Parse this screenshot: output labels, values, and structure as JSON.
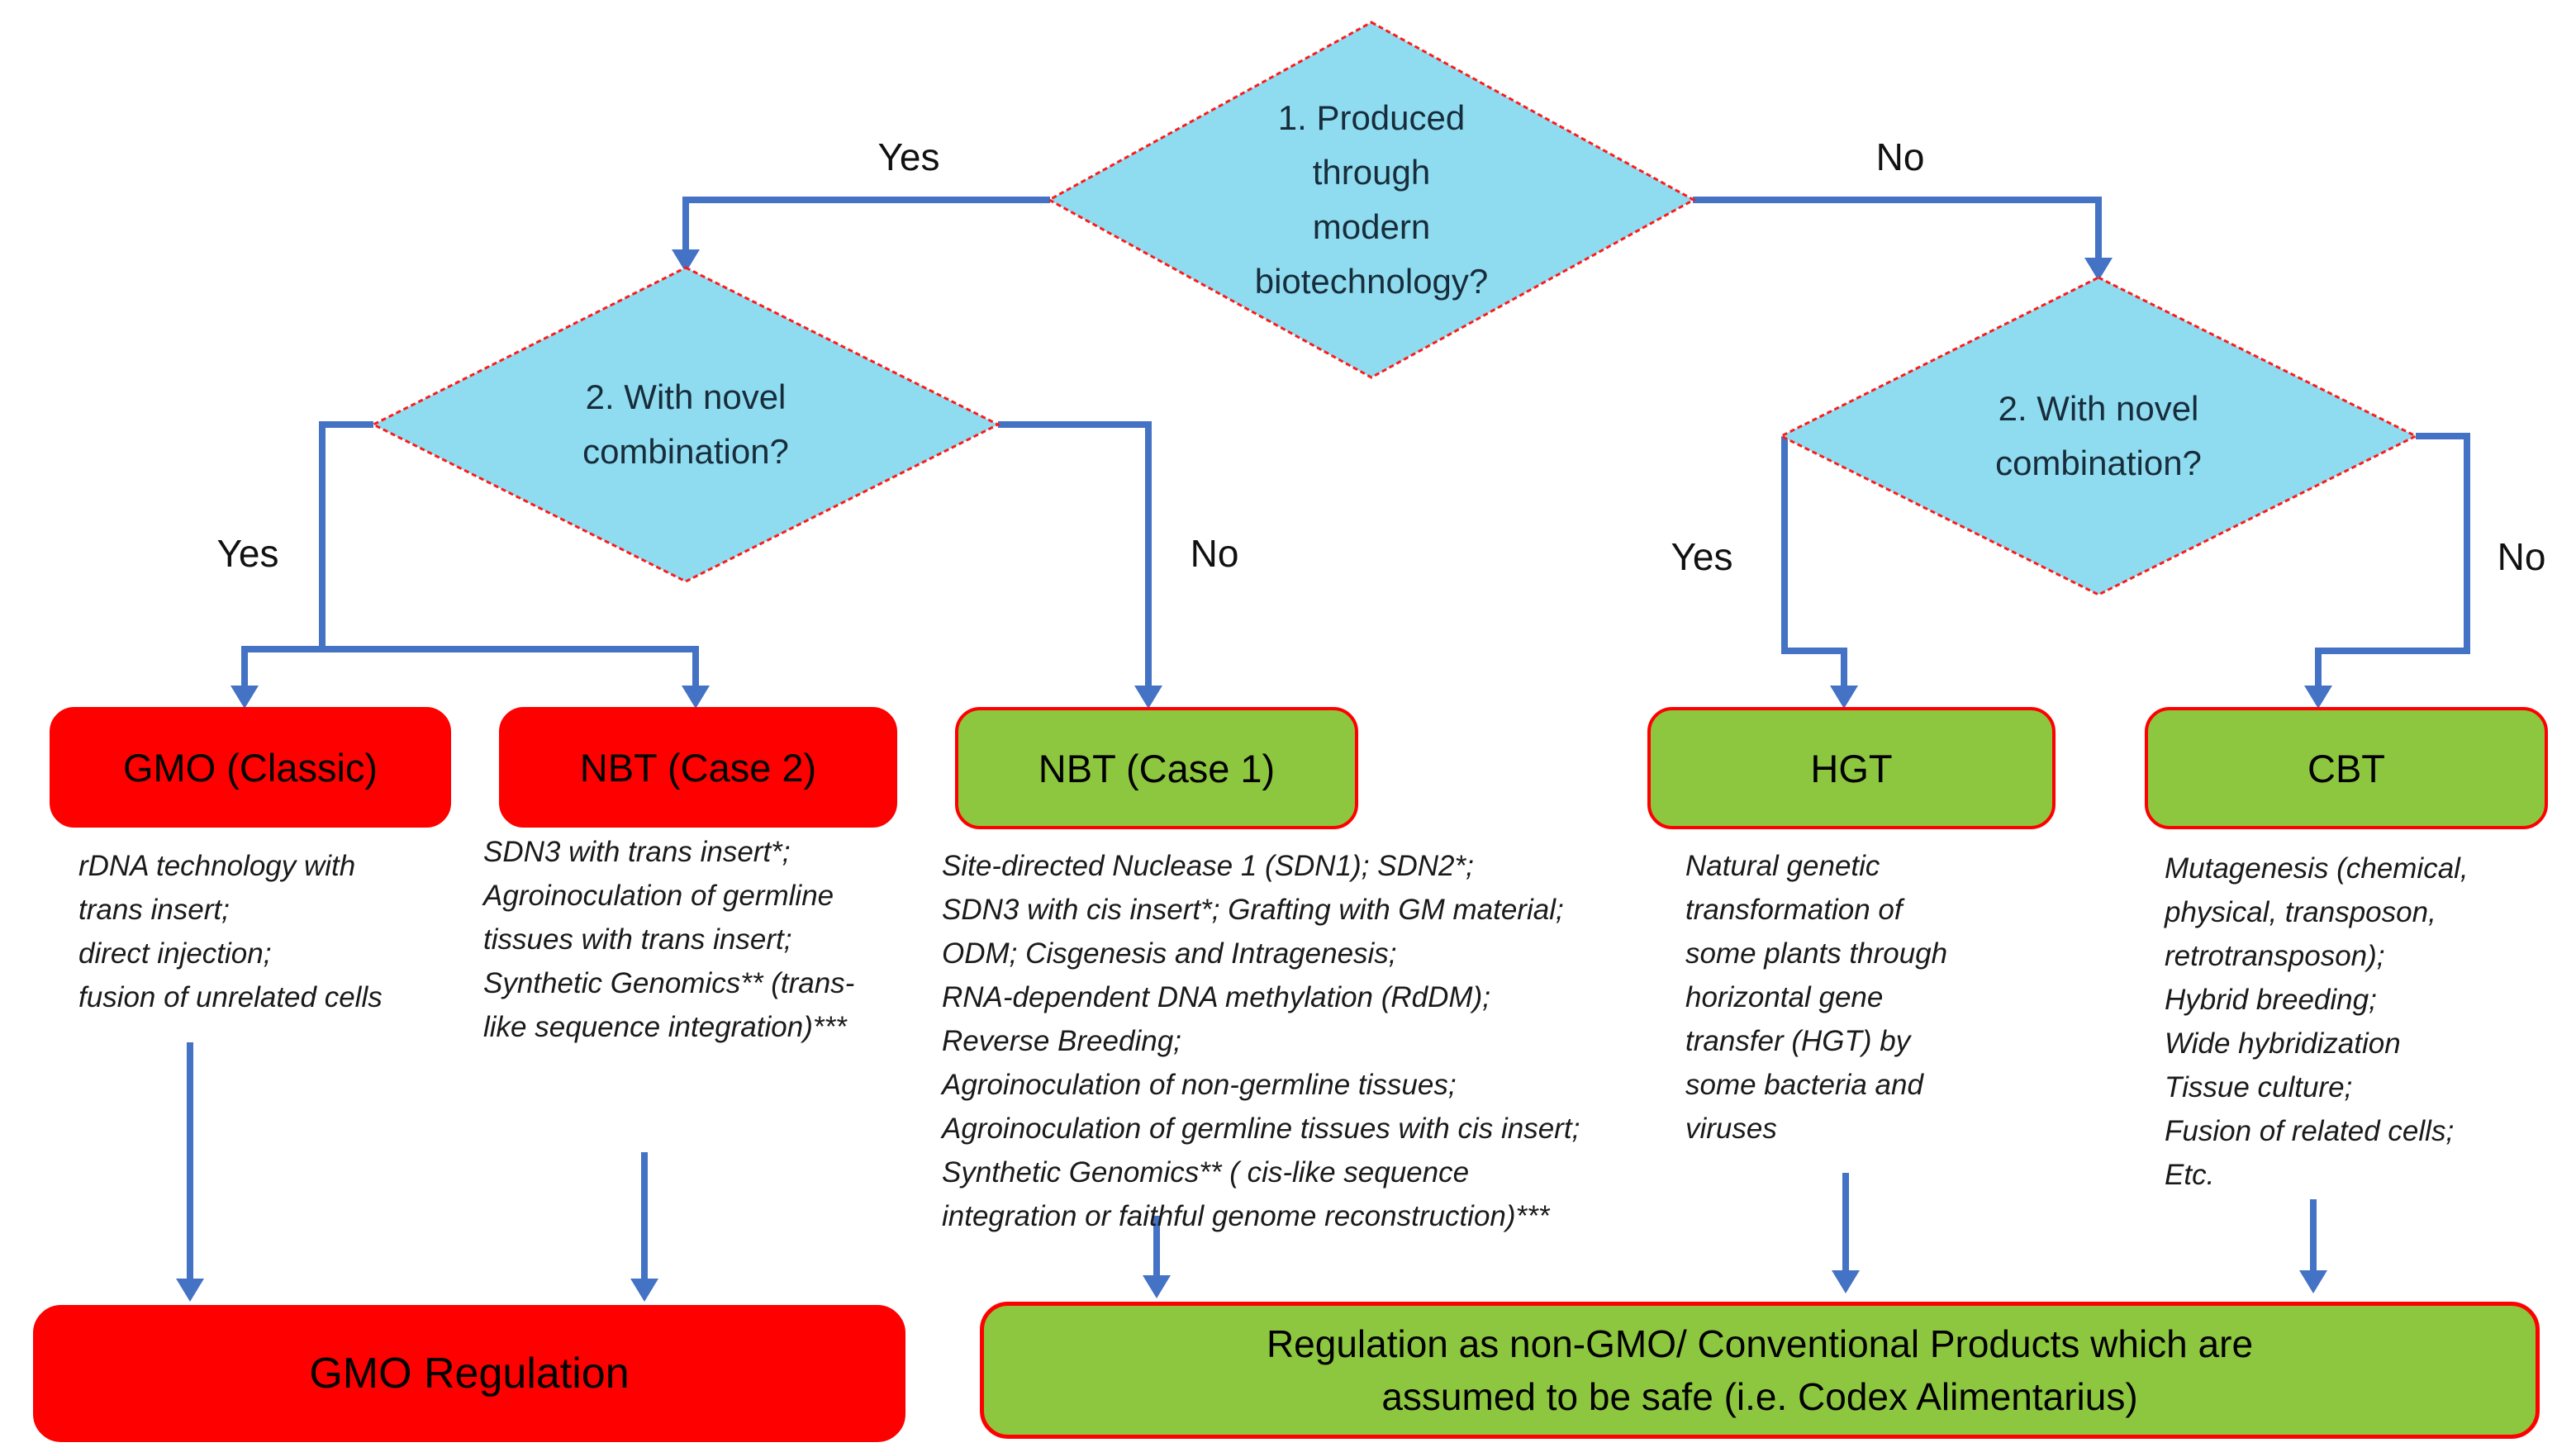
{
  "flowchart": {
    "colors": {
      "arrow_blue": "#4472C4",
      "diamond_fill": "#8FDCF1",
      "diamond_border": "#FF1A1A",
      "red_box": "#FE0000",
      "green_box": "#8DC63F",
      "green_box_border": "#FF0000"
    },
    "decisions": {
      "q1": {
        "label": "1. Produced\nthrough\nmodern\nbiotechnology?"
      },
      "q2_left": {
        "label": "2. With novel\ncombination?"
      },
      "q2_right": {
        "label": "2. With novel\ncombination?"
      }
    },
    "branch_labels": {
      "top_yes": "Yes",
      "top_no": "No",
      "left_yes": "Yes",
      "left_no": "No",
      "right_yes": "Yes",
      "right_no": "No"
    },
    "nodes": {
      "gmo_classic": {
        "title": "GMO (Classic)",
        "desc": "rDNA technology with\ntrans insert;\ndirect injection;\nfusion of unrelated cells"
      },
      "nbt_case2": {
        "title": "NBT (Case 2)",
        "desc": "SDN3 with trans insert*;\nAgroinoculation of germline\ntissues with trans insert;\nSynthetic Genomics** (trans-\nlike sequence integration)***"
      },
      "nbt_case1": {
        "title": "NBT (Case 1)",
        "desc": "Site-directed Nuclease 1 (SDN1); SDN2*;\nSDN3 with cis insert*; Grafting with GM material;\nODM; Cisgenesis and Intragenesis;\nRNA-dependent DNA methylation (RdDM);\nReverse Breeding;\nAgroinoculation of non-germline tissues;\nAgroinoculation of germline tissues with cis insert;\nSynthetic Genomics** ( cis-like sequence\nintegration or faithful genome reconstruction)***"
      },
      "hgt": {
        "title": "HGT",
        "desc": "Natural genetic\ntransformation of\nsome plants through\nhorizontal gene\ntransfer (HGT) by\nsome bacteria and\nviruses"
      },
      "cbt": {
        "title": "CBT",
        "desc": "Mutagenesis (chemical,\nphysical, transposon,\nretrotransposon);\nHybrid breeding;\nWide hybridization\nTissue culture;\nFusion of related cells;\nEtc."
      }
    },
    "outcomes": {
      "gmo_regulation": "GMO Regulation",
      "non_gmo": "Regulation as non-GMO/ Conventional Products which are\nassumed to be safe (i.e. Codex Alimentarius)"
    }
  }
}
